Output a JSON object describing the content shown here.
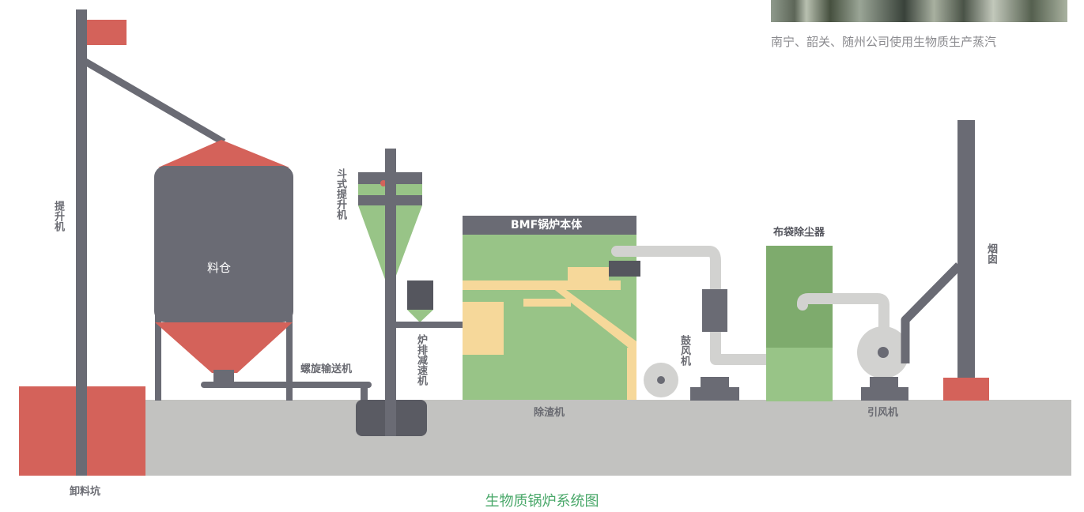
{
  "photo_caption": "南宁、韶关、随州公司使用生物质生产蒸汽",
  "title": "生物质锅炉系统图",
  "labels": {
    "elevator": "提升机",
    "silo": "料仓",
    "bucket_elevator": "斗式提升机",
    "screw_conveyor": "螺旋输送机",
    "furnace_reducer": "炉排减速机",
    "boiler": "BMF锅炉本体",
    "blower": "鼓风机",
    "slag_remover": "除渣机",
    "bag_filter": "布袋除尘器",
    "induced_fan": "引风机",
    "chimney": "烟囱",
    "unloading_pit": "卸料坑"
  },
  "colors": {
    "red": "#d4625a",
    "dark": "#6a6b74",
    "green": "#98c487",
    "green_dark": "#7eab6d",
    "sand": "#f6d89a",
    "ground": "#c2c2c0",
    "pipe": "#d2d2d0",
    "title_green": "#4aa86a"
  }
}
